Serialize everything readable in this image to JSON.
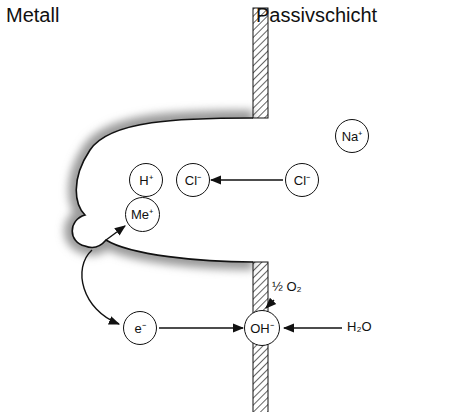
{
  "diagram": {
    "nodes": [
      {
        "text": [
          "Na⁺"
        ]
      },
      {
        "text": [
          "H⁺"
        ]
      },
      {
        "text": [
          "Cl⁻"
        ]
      },
      {
        "text": [
          "Cl⁻"
        ]
      },
      {
        "text": [
          "Me⁺"
        ]
      },
      {
        "text": [
          "e⁻"
        ]
      },
      {
        "text": [
          "OH⁻"
        ]
      }
    ],
    "edges": [
      {
        "from": 3,
        "to": 2,
        "arrow": "to"
      },
      {
        "from": 5,
        "to": 6,
        "arrow": "to"
      }
    ],
    "labels": [
      "Metall",
      "Passivschicht",
      "½ O₂",
      "H₂O"
    ]
  }
}
